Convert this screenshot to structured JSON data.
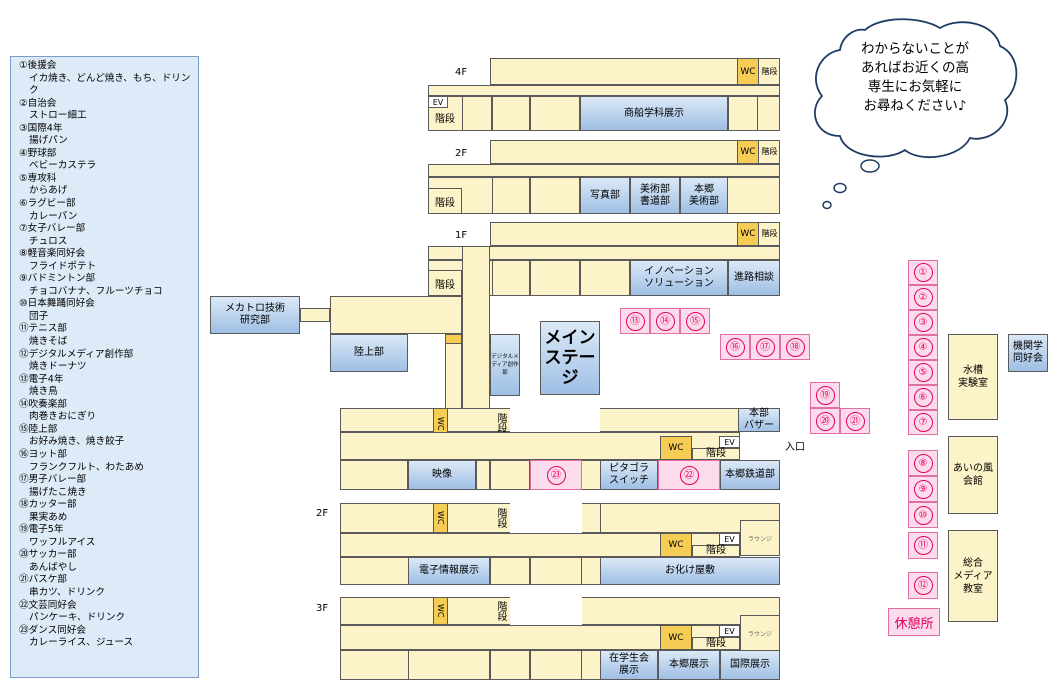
{
  "legend": [
    {
      "num": "①",
      "org": "後援会",
      "item": "イカ焼き、どんど焼き、もち、ドリンク"
    },
    {
      "num": "②",
      "org": "自治会",
      "item": "ストロー細工"
    },
    {
      "num": "③",
      "org": "国際4年",
      "item": "揚げパン"
    },
    {
      "num": "④",
      "org": "野球部",
      "item": "ベビーカステラ"
    },
    {
      "num": "⑤",
      "org": "専攻科",
      "item": "からあげ"
    },
    {
      "num": "⑥",
      "org": "ラグビー部",
      "item": "カレーパン"
    },
    {
      "num": "⑦",
      "org": "女子バレー部",
      "item": "チュロス"
    },
    {
      "num": "⑧",
      "org": "軽音楽同好会",
      "item": "フライドポテト"
    },
    {
      "num": "⑨",
      "org": "バドミントン部",
      "item": "チョコバナナ、フルーツチョコ"
    },
    {
      "num": "⑩",
      "org": "日本舞踊同好会",
      "item": "団子"
    },
    {
      "num": "⑪",
      "org": "テニス部",
      "item": "焼きそば"
    },
    {
      "num": "⑫",
      "org": "デジタルメディア創作部",
      "item": "焼きドーナツ"
    },
    {
      "num": "⑬",
      "org": "電子4年",
      "item": "焼き鳥"
    },
    {
      "num": "⑭",
      "org": "吹奏楽部",
      "item": "肉巻きおにぎり"
    },
    {
      "num": "⑮",
      "org": "陸上部",
      "item": "お好み焼き、焼き餃子"
    },
    {
      "num": "⑯",
      "org": "ヨット部",
      "item": "フランクフルト、わたあめ"
    },
    {
      "num": "⑰",
      "org": "男子バレー部",
      "item": "揚げたこ焼き"
    },
    {
      "num": "⑱",
      "org": "カッター部",
      "item": "果実あめ"
    },
    {
      "num": "⑲",
      "org": "電子5年",
      "item": "ワッフルアイス"
    },
    {
      "num": "⑳",
      "org": "サッカー部",
      "item": "あんばやし"
    },
    {
      "num": "㉑",
      "org": "バスケ部",
      "item": "串カツ、ドリンク"
    },
    {
      "num": "㉒",
      "org": "文芸同好会",
      "item": "パンケーキ、ドリンク"
    },
    {
      "num": "㉓",
      "org": "ダンス同好会",
      "item": "カレーライス、ジュース"
    }
  ],
  "bubble": {
    "lines": [
      "わからないことが",
      "あればお近くの高",
      "専生にお気軽に",
      "お尋ねください♪"
    ]
  },
  "floors": {
    "n4": "4F",
    "n2": "2F",
    "n1": "1F",
    "s2": "2F",
    "s3": "3F"
  },
  "labels": {
    "wc": "WC",
    "stairs": "階段",
    "ev": "EV",
    "lounge": "ラウンジ",
    "stairs_v": "階段",
    "shosen": "商船学科展示",
    "photo": "写真部",
    "art1": "美術部",
    "art2": "書道部",
    "hongo1": "本郷",
    "hongo2": "美術部",
    "innov1": "イノベーション",
    "innov2": "ソリューション",
    "shinro": "進路相談",
    "mecha1": "メカトロ技術",
    "mecha2": "研究部",
    "rikujo": "陸上部",
    "digi": "デジタルメディア創作部",
    "main_stage1": "メイン",
    "main_stage2": "ステージ",
    "honbu1": "本部",
    "honbu2": "バザー",
    "entrance": "入口",
    "eizo": "映像",
    "pita1": "ピタゴラ",
    "pita2": "スイッチ",
    "tetsudo": "本郷鉄道部",
    "denshi": "電子情報展示",
    "obake": "お化け屋敷",
    "zaigaku1": "在学生会",
    "zaigaku2": "展示",
    "hongo_ten": "本郷展示",
    "kokusai": "国際展示",
    "suiso1": "水槽",
    "suiso2": "実験室",
    "kikan1": "機関学",
    "kikan2": "同好会",
    "aino1": "あいの風",
    "aino2": "会館",
    "sogo1": "総合",
    "sogo2": "メディア",
    "sogo3": "教室",
    "rest": "休憩所"
  },
  "stalls": {
    "s1": "①",
    "s2": "②",
    "s3": "③",
    "s4": "④",
    "s5": "⑤",
    "s6": "⑥",
    "s7": "⑦",
    "s8": "⑧",
    "s9": "⑨",
    "s10": "⑩",
    "s11": "⑪",
    "s12": "⑫",
    "s13": "⑬",
    "s14": "⑭",
    "s15": "⑮",
    "s16": "⑯",
    "s17": "⑰",
    "s18": "⑱",
    "s19": "⑲",
    "s20": "⑳",
    "s21": "㉑",
    "s22": "㉒",
    "s23": "㉓"
  }
}
